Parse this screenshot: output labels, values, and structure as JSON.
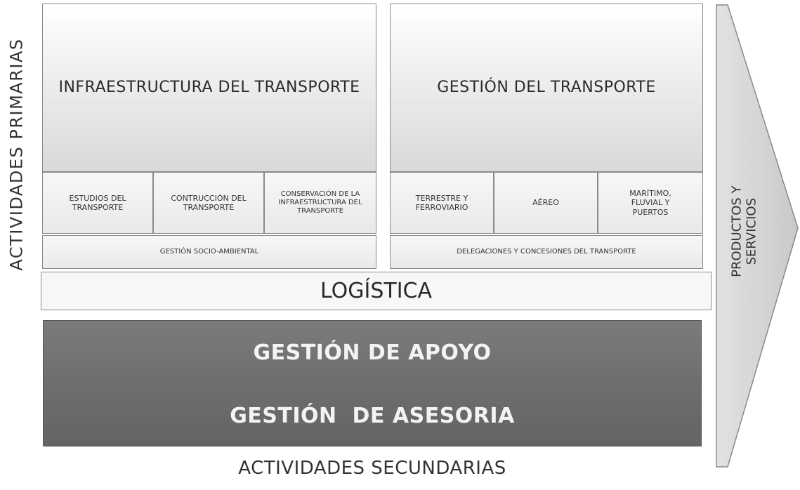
{
  "left_label": "ACTIVIDADES PRIMARIAS",
  "bottom_label": "ACTIVIDADES SECUNDARIAS",
  "arrow_label": [
    "PRODUCTOS Y",
    "SERVICIOS"
  ],
  "infra": {
    "title": "INFRAESTRUCTURA DEL TRANSPORTE",
    "sub": [
      "ESTUDIOS DEL TRANSPORTE",
      "CONTRUCCIÓN DEL TRANSPORTE",
      "CONSERVACIÓN DE LA INFRAESTRUCTURA DEL TRANSPORTE"
    ],
    "footer": "GESTIÓN SOCIO-AMBIENTAL"
  },
  "gestion": {
    "title": "GESTIÓN DEL TRANSPORTE",
    "sub": [
      "TERRESTRE Y FERROVIARIO",
      "AÉREO",
      "MARÍTIMO, FLUVIAL Y PUERTOS"
    ],
    "footer": "DELEGACIONES Y CONCESIONES DEL TRANSPORTE"
  },
  "logistica": "LOGÍSTICA",
  "apoyo": "GESTIÓN DE APOYO",
  "asesoria": "GESTIÓN  DE ASESORIA"
}
